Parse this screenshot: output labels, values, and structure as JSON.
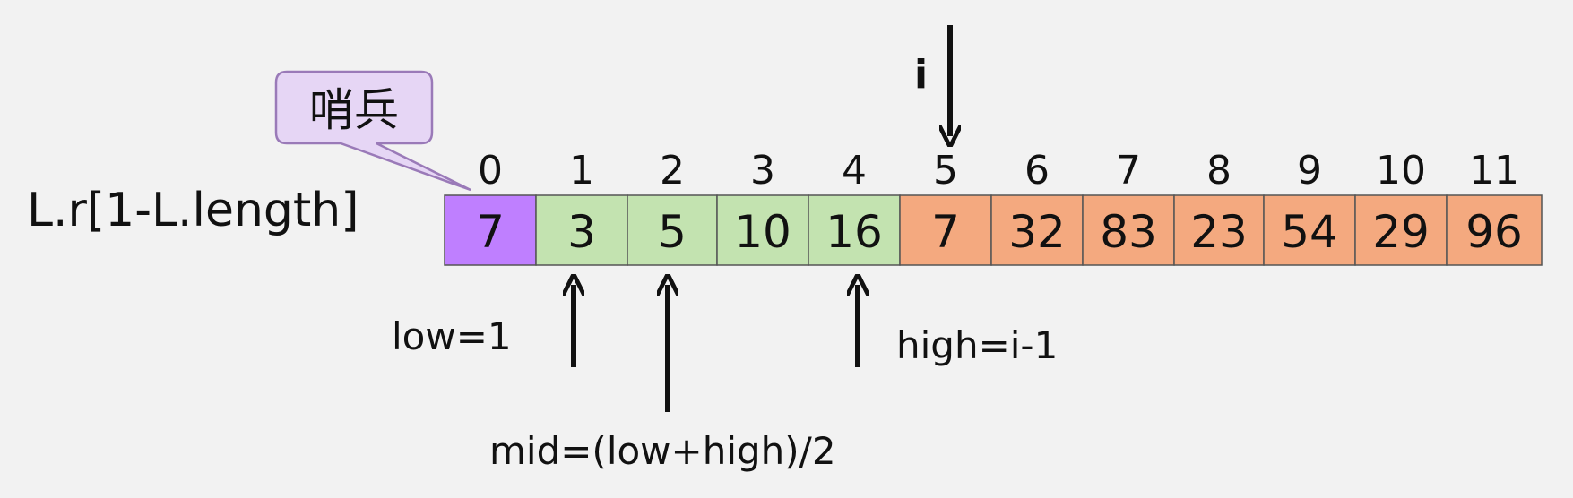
{
  "array_label": "L.r[1-L.length]",
  "sentinel_callout": "哨兵",
  "indices": [
    "0",
    "1",
    "2",
    "3",
    "4",
    "5",
    "6",
    "7",
    "8",
    "9",
    "10",
    "11"
  ],
  "values": [
    "7",
    "3",
    "5",
    "10",
    "16",
    "7",
    "32",
    "83",
    "23",
    "54",
    "29",
    "96"
  ],
  "cell_kinds": [
    "sentinel",
    "sorted",
    "sorted",
    "sorted",
    "sorted",
    "unsorted",
    "unsorted",
    "unsorted",
    "unsorted",
    "unsorted",
    "unsorted",
    "unsorted"
  ],
  "colors": {
    "background": "#f2f2f2",
    "sentinel_fill": "#bf7fff",
    "sorted_fill": "#c3e3b0",
    "unsorted_fill": "#f4a97f",
    "callout_fill": "#e6d6f5",
    "callout_stroke": "#9a7ab8",
    "cell_stroke": "#555555",
    "text": "#111111"
  },
  "pointers": {
    "i": {
      "label": "i",
      "target_index": 5,
      "direction": "down"
    },
    "low": {
      "label": "low=1",
      "target_index": 1,
      "direction": "up"
    },
    "mid": {
      "label": "mid=(low+high)/2",
      "target_index": 2,
      "direction": "up"
    },
    "high": {
      "label": "high=i-1",
      "target_index": 4,
      "direction": "up"
    }
  }
}
